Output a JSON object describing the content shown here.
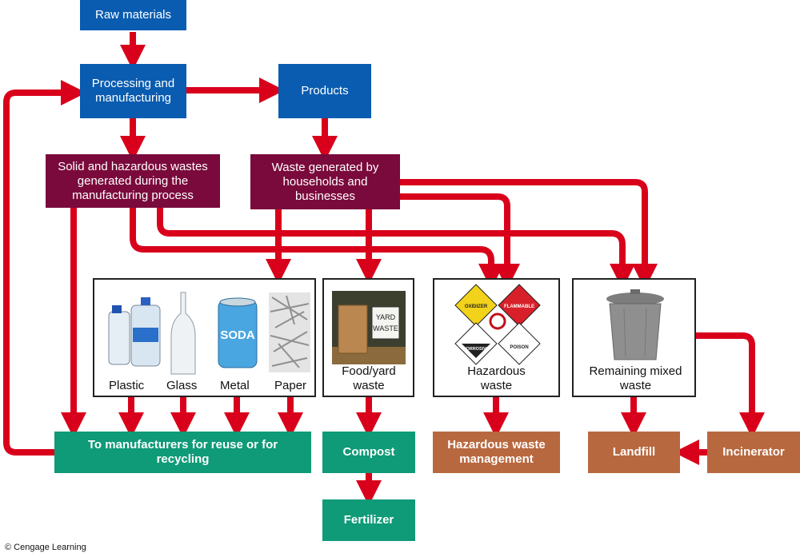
{
  "nodes": {
    "raw_materials": "Raw materials",
    "processing": "Processing and manufacturing",
    "products": "Products",
    "solid_hazardous_wastes": "Solid and hazardous wastes generated during the manufacturing process",
    "household_waste": "Waste generated by households and businesses",
    "to_manufacturers": "To manufacturers for reuse or for recycling",
    "compost": "Compost",
    "fertilizer": "Fertilizer",
    "hazardous_waste_management": "Hazardous waste management",
    "landfill": "Landfill",
    "incinerator": "Incinerator"
  },
  "recyclables": {
    "plastic": "Plastic",
    "glass": "Glass",
    "metal": "Metal",
    "paper": "Paper"
  },
  "panels": {
    "food_yard": "Food/yard waste",
    "hazardous": "Hazardous waste",
    "mixed": "Remaining mixed waste"
  },
  "image_text": {
    "soda_can": "SODA",
    "yard_waste_sign": "YARD WASTE",
    "oxidizer": "OXIDIZER",
    "flammable": "FLAMMABLE",
    "corrosive": "CORROSIVE",
    "poison": "POISON"
  },
  "credit": "© Cengage Learning",
  "colors": {
    "arrow": "#d9001b",
    "blue_box": "#0a5cb0",
    "maroon_box": "#7a0a3c",
    "green_box": "#0f9a78",
    "brown_box": "#b8683f"
  }
}
